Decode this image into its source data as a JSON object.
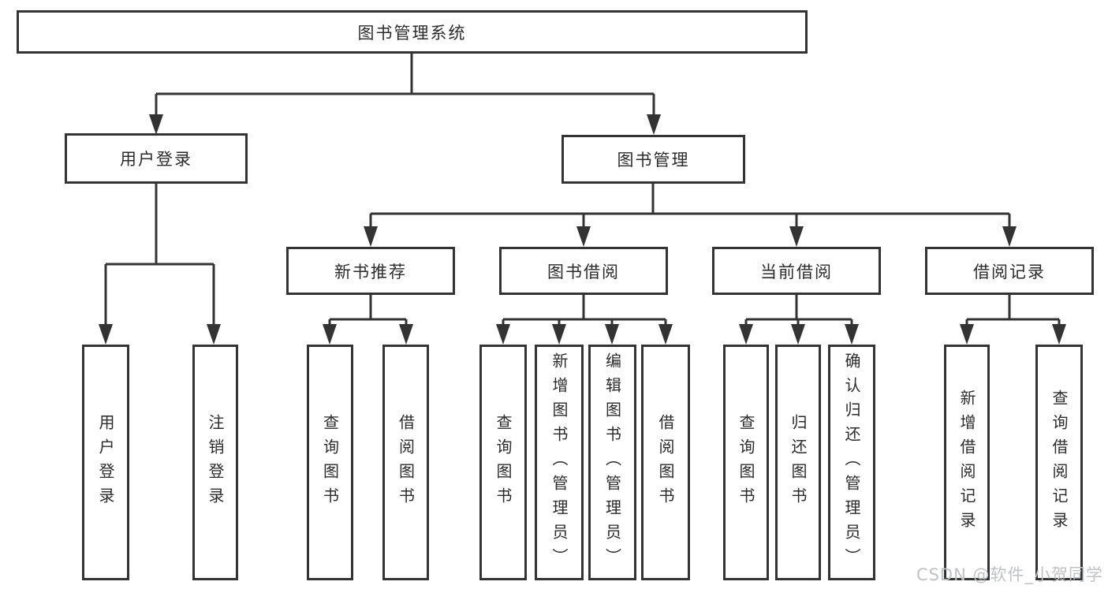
{
  "diagram": {
    "title": "图书管理系统",
    "nodes": {
      "root": "图书管理系统",
      "user_login": "用户登录",
      "book_mgmt": "图书管理",
      "new_book_rec": "新书推荐",
      "book_borrow": "图书借阅",
      "current_borrow": "当前借阅",
      "borrow_record": "借阅记录",
      "ul_user_login": "用户登录",
      "ul_logout": "注销登录",
      "nb_query_book": "查询图书",
      "nb_borrow_book": "借阅图书",
      "bb_query_book": "查询图书",
      "bb_add_book": "新增图书（管理员）",
      "bb_edit_book": "编辑图书（管理员）",
      "bb_borrow_book": "借阅图书",
      "cb_query_book": "查询图书",
      "cb_return_book": "归还图书",
      "cb_confirm_return": "确认归还（管理员）",
      "br_add_record": "新增借阅记录",
      "br_query_record": "查询借阅记录"
    }
  },
  "watermark": {
    "text": "CSDN @软件_小贺同学"
  },
  "colors": {
    "line": "#333333",
    "box_border": "#333333",
    "text": "#2b2b2b",
    "watermark": "#bfc2c6",
    "background": "#ffffff"
  }
}
